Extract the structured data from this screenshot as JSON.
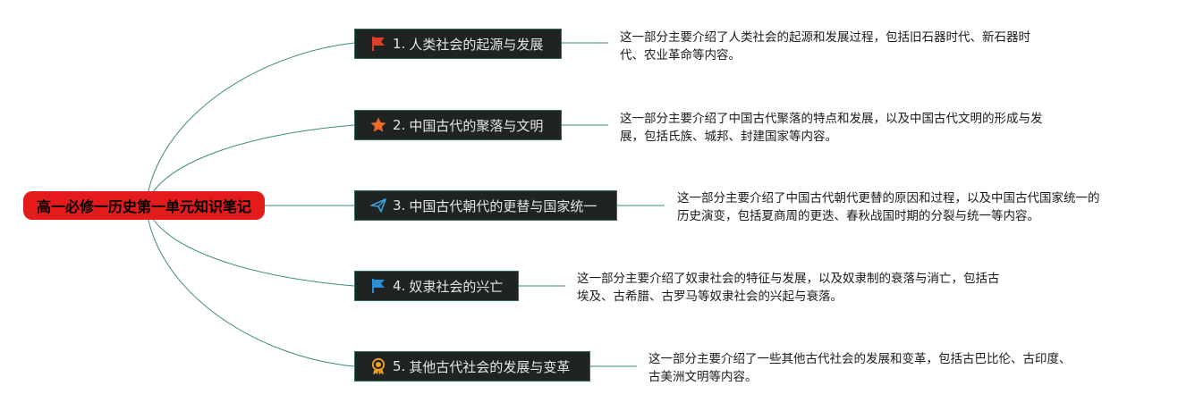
{
  "root": {
    "label": "高一必修一历史第一单元知识笔记",
    "color": "#e31b1b"
  },
  "branches": [
    {
      "num": "1.",
      "title": "人类社会的起源与发展",
      "icon": "red-flag-icon",
      "desc_lines": [
        "这一部分主要介绍了人类社会的起源和发展过程，包括旧石器时代、新石器时",
        "代、农业革命等内容。"
      ]
    },
    {
      "num": "2.",
      "title": "中国古代的聚落与文明",
      "icon": "orange-star-icon",
      "desc_lines": [
        "这一部分主要介绍了中国古代聚落的特点和发展，以及中国古代文明的形成与发",
        "展，包括氏族、城邦、封建国家等内容。"
      ]
    },
    {
      "num": "3.",
      "title": "中国古代朝代的更替与国家统一",
      "icon": "paper-plane-icon",
      "desc_lines": [
        "这一部分主要介绍了中国古代朝代更替的原因和过程，以及中国古代国家统一的",
        "历史演变，包括夏商周的更迭、春秋战国时期的分裂与统一等内容。"
      ]
    },
    {
      "num": "4.",
      "title": "奴隶社会的兴亡",
      "icon": "blue-flag-icon",
      "desc_lines": [
        "这一部分主要介绍了奴隶社会的特征与发展，以及奴隶制的衰落与消亡，包括古",
        "埃及、古希腊、古罗马等奴隶社会的兴起与衰落。"
      ]
    },
    {
      "num": "5.",
      "title": "其他古代社会的发展与变革",
      "icon": "award-medal-icon",
      "desc_lines": [
        "这一部分主要介绍了一些其他古代社会的发展和变革，包括古巴比伦、古印度、",
        "古美洲文明等内容。"
      ]
    }
  ],
  "colors": {
    "branch_bg": "#1f2423",
    "line": "#3d8a7e"
  }
}
